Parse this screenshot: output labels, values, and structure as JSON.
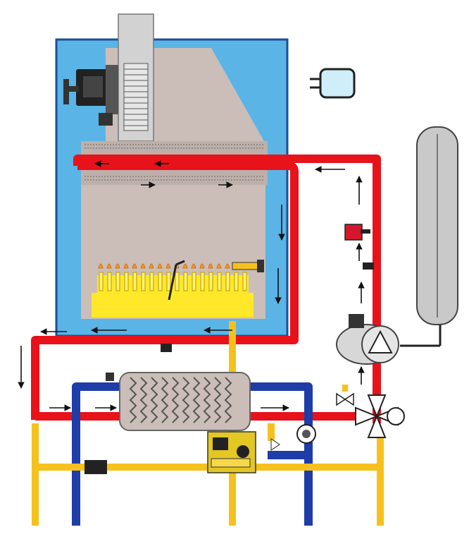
{
  "diagram": {
    "colors": {
      "background": "#ffffff",
      "casing": "#5ab4e6",
      "casing_border": "#1a4f9a",
      "chamber": "#cbbdb8",
      "hot_pipe": "#e8121b",
      "cold_pipe": "#1e3da8",
      "gas_pipe": "#f6c11d",
      "flame": "#f7931e",
      "burner": "#ffe82a",
      "exchanger": "#cbbdb8",
      "vessel": "#c9c9c9",
      "fan": "#d2d2d2",
      "dark": "#222222",
      "pump": "#d7d7d7",
      "valve": "#ffffff",
      "gas_valve": "#e3c724",
      "sensor": "#d4182b",
      "arrow": "#111111"
    },
    "components": [
      "casing",
      "flue-hood",
      "fan",
      "main-heat-exchanger",
      "combustion-chamber",
      "burner",
      "ignition-electrode",
      "expansion-vessel",
      "circulation-pump",
      "three-way-valve",
      "plate-heat-exchanger",
      "gas-valve",
      "pressure-switch",
      "room-thermostat"
    ],
    "flow_directions": [
      "left",
      "left",
      "down",
      "up",
      "right"
    ]
  }
}
